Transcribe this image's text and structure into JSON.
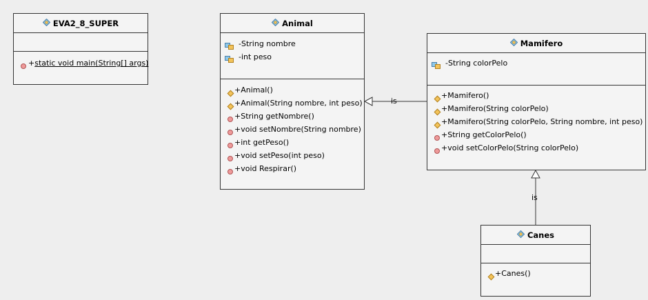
{
  "classes": {
    "eva": {
      "name": "EVA2_8_SUPER",
      "methods": [
        {
          "text": "+static void main(String[] args)",
          "icon": "private-method-icon",
          "static": true
        }
      ]
    },
    "animal": {
      "name": "Animal",
      "fields": [
        {
          "text": "-String nombre",
          "icon": "field-icon"
        },
        {
          "text": "-int peso",
          "icon": "field-icon"
        }
      ],
      "methods": [
        {
          "text": "+Animal()",
          "icon": "constructor-icon"
        },
        {
          "text": "+Animal(String nombre, int peso)",
          "icon": "constructor-icon"
        },
        {
          "text": "+String getNombre()",
          "icon": "method-icon"
        },
        {
          "text": "+void setNombre(String nombre)",
          "icon": "method-icon"
        },
        {
          "text": "+int getPeso()",
          "icon": "method-icon"
        },
        {
          "text": "+void setPeso(int peso)",
          "icon": "method-icon"
        },
        {
          "text": "+void Respirar()",
          "icon": "method-icon"
        }
      ]
    },
    "mamifero": {
      "name": "Mamifero",
      "fields": [
        {
          "text": "-String colorPelo",
          "icon": "field-icon"
        }
      ],
      "methods": [
        {
          "text": "+Mamifero()",
          "icon": "constructor-icon"
        },
        {
          "text": "+Mamifero(String colorPelo)",
          "icon": "constructor-icon"
        },
        {
          "text": "+Mamifero(String colorPelo, String nombre, int peso)",
          "icon": "constructor-icon"
        },
        {
          "text": "+String getColorPelo()",
          "icon": "method-icon"
        },
        {
          "text": "+void setColorPelo(String colorPelo)",
          "icon": "method-icon"
        }
      ]
    },
    "canes": {
      "name": "Canes",
      "methods": [
        {
          "text": "+Canes()",
          "icon": "constructor-icon"
        }
      ]
    }
  },
  "relations": {
    "mamifero_animal": "is",
    "canes_mamifero": "is"
  }
}
